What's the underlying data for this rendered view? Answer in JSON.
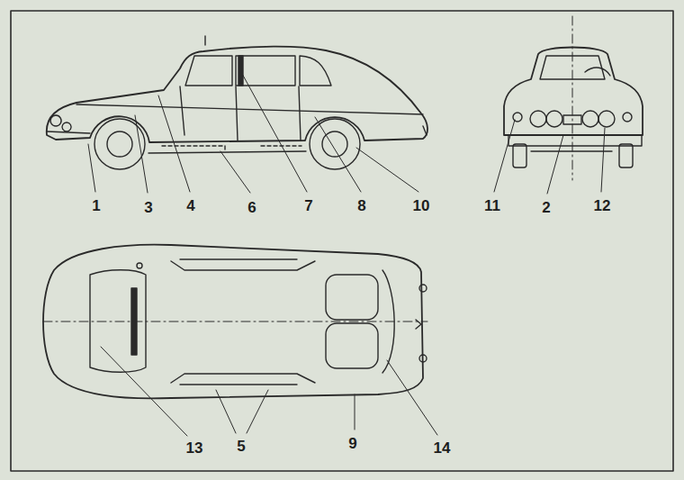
{
  "diagram": {
    "labels": [
      "1",
      "3",
      "4",
      "6",
      "7",
      "8",
      "10",
      "11",
      "2",
      "12",
      "13",
      "5",
      "9",
      "14"
    ]
  }
}
